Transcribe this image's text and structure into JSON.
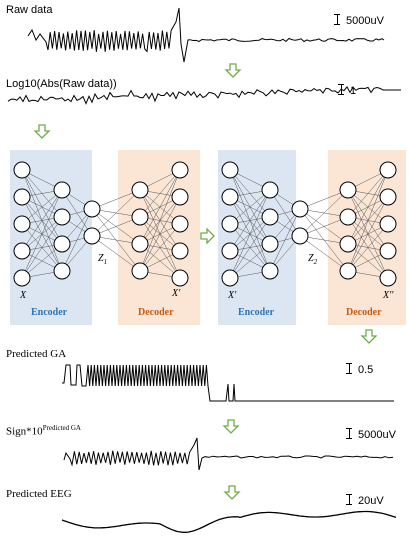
{
  "signals": {
    "raw_label": "Raw data",
    "raw_scale": "5000uV",
    "log_label": "Log10(Abs(Raw data))",
    "log_scale": "1",
    "ga_label": "Predicted GA",
    "ga_scale": "0.5",
    "sign_label_base": "Sign*10",
    "sign_label_sup": "Predicted GA",
    "sign_scale": "5000uV",
    "eeg_label": "Predicted EEG",
    "eeg_scale": "20uV"
  },
  "autoencoder_1": {
    "encoder_label": "Encoder",
    "decoder_label": "Decoder",
    "input_var": "X",
    "latent_var": "Z",
    "latent_sub": "1",
    "output_var": "X'"
  },
  "autoencoder_2": {
    "encoder_label": "Encoder",
    "decoder_label": "Decoder",
    "input_var": "X'",
    "latent_var": "Z",
    "latent_sub": "2",
    "output_var": "X''"
  },
  "colors": {
    "encoder_bg": "#dce6f2",
    "decoder_bg": "#fbe5d5",
    "encoder_text": "#2e75b6",
    "decoder_text": "#c55a11",
    "arrow": "#70ad47"
  }
}
